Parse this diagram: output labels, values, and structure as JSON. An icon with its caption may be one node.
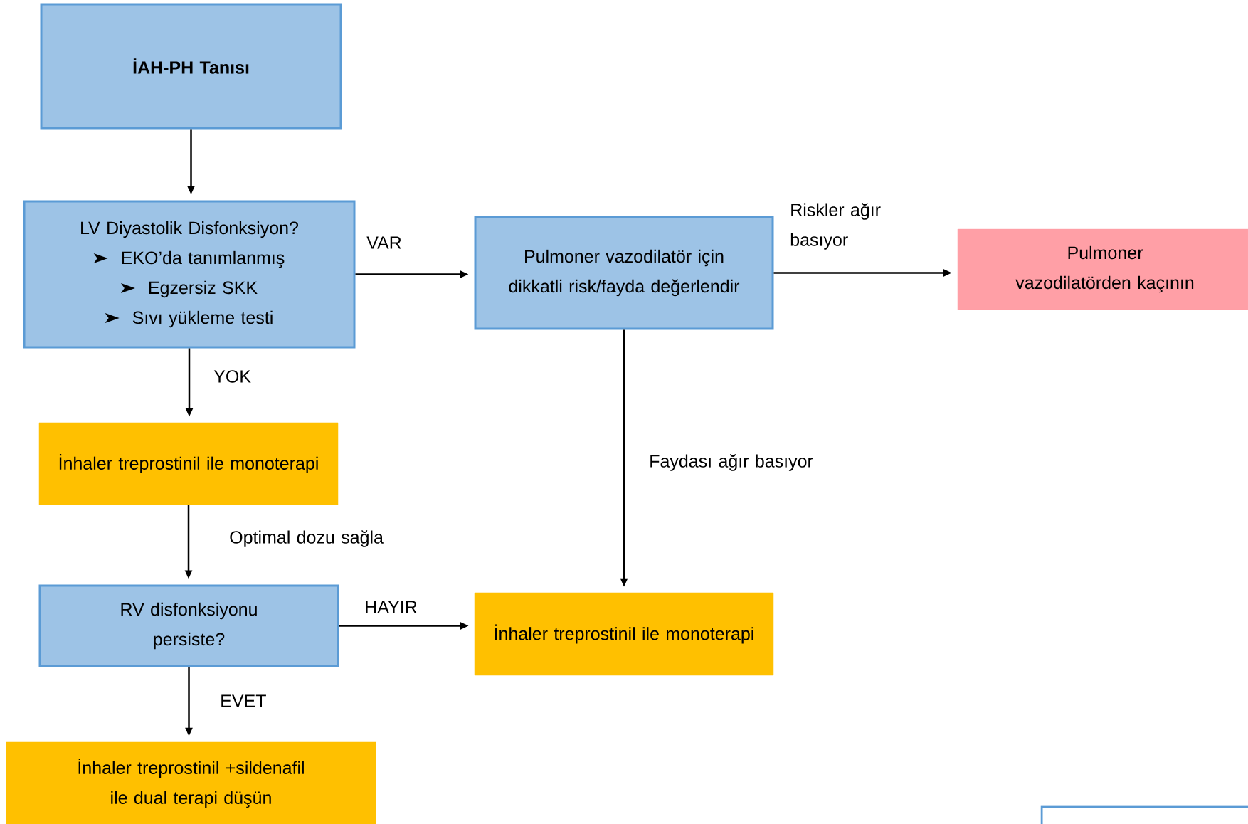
{
  "diagram": {
    "nodes": [
      {
        "text": [
          "İAH-PH Tanısı"
        ]
      },
      {
        "text": [
          "LV Diyastolik Disfonksiyon?",
          "EKO’da tanımlanmış",
          "Egzersiz SKK",
          "Sıvı yükleme testi"
        ]
      },
      {
        "text": [
          "Pulmoner vazodilatör için dikkatli risk/fayda değerlendir"
        ]
      },
      {
        "text": [
          "Pulmoner vazodilatörden kaçının"
        ]
      },
      {
        "text": [
          "İnhaler treprostinil ile monoterapi"
        ]
      },
      {
        "text": [
          "RV disfonksiyonu persiste?"
        ]
      },
      {
        "text": [
          "İnhaler treprostinil ile monoterapi"
        ]
      },
      {
        "text": [
          "İnhaler treprostinil +sildenafil ile dual terapi düşün"
        ]
      }
    ],
    "edges": [
      {
        "from": 0,
        "to": 1,
        "arrow": "to"
      },
      {
        "from": 1,
        "to": 2,
        "arrow": "to",
        "label": "VAR"
      },
      {
        "from": 1,
        "to": 4,
        "arrow": "to",
        "label": "YOK"
      },
      {
        "from": 2,
        "to": 3,
        "arrow": "to",
        "label": "Riskler ağır basıyor"
      },
      {
        "from": 2,
        "to": 6,
        "arrow": "to",
        "label": "Faydası ağır basıyor"
      },
      {
        "from": 4,
        "to": 5,
        "arrow": "to",
        "label": "Optimal dozu sağla"
      },
      {
        "from": 5,
        "to": 6,
        "arrow": "to",
        "label": "HAYIR"
      },
      {
        "from": 5,
        "to": 7,
        "arrow": "to",
        "label": "EVET"
      }
    ]
  }
}
